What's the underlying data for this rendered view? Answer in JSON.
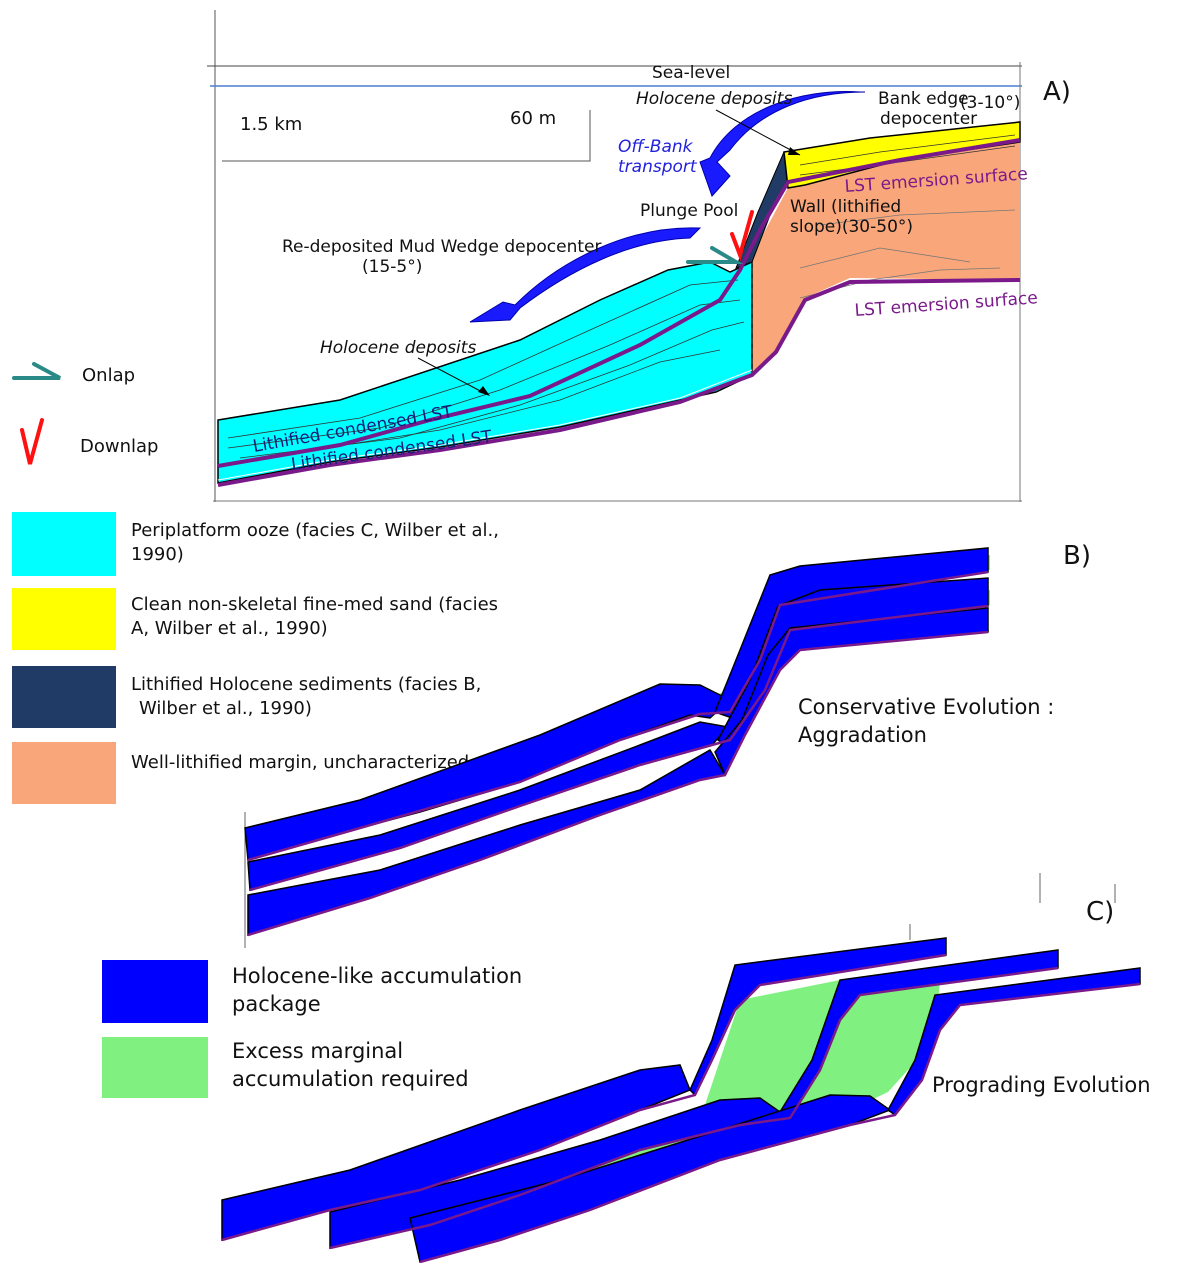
{
  "panels": {
    "a": "A)",
    "b": "B)",
    "c": "C)"
  },
  "panel_a": {
    "sea_level": "Sea-level",
    "scale_horizontal": "1.5 km",
    "scale_vertical": "60 m",
    "holocene_deposits_top": "Holocene deposits",
    "holocene_deposits_slope": "Holocene deposits",
    "bank_edge_1": "Bank edge",
    "bank_edge_angle": "(3-10°)",
    "bank_edge_2": "depocenter",
    "off_bank_1": "Off-Bank",
    "off_bank_2": "transport",
    "lst_upper": "LST emersion surface",
    "lst_lower": "LST emersion surface",
    "wall_1": "Wall (lithified",
    "wall_2": "slope)(30-50°)",
    "plunge_pool": "Plunge Pool",
    "mud_wedge_1": "Re-deposited Mud Wedge depocenter",
    "mud_wedge_2": "(15-5°)",
    "lithified_lst_1": "Lithified condensed LST",
    "lithified_lst_2": "Lithified condensed LST"
  },
  "symbols": {
    "onlap": "Onlap",
    "downlap": "Downlap"
  },
  "facies_legend": [
    {
      "color": "#00ffff",
      "line1": "Periplatform ooze (facies C, Wilber et al.,",
      "line2": "1990)"
    },
    {
      "color": "#ffff00",
      "line1": "Clean non-skeletal fine-med sand (facies",
      "line2": "A, Wilber et al., 1990)"
    },
    {
      "color": "#1f3b66",
      "line1": " Lithified Holocene sediments (facies B,",
      "line2": "Wilber et al., 1990)"
    },
    {
      "color": "#f9a67a",
      "line1": "Well-lithified margin, uncharacterized",
      "line2": ""
    }
  ],
  "panel_b": {
    "caption_1": "Conservative Evolution :",
    "caption_2": "Aggradation"
  },
  "panel_c": {
    "caption": "Prograding Evolution"
  },
  "package_legend": [
    {
      "color": "#0000ff",
      "line1": "Holocene-like accumulation",
      "line2": "package"
    },
    {
      "color": "#80f080",
      "line1": "Excess marginal",
      "line2": "accumulation required"
    }
  ],
  "colors": {
    "cyan": "#00ffff",
    "yellow": "#ffff00",
    "navy": "#1f3b66",
    "salmon": "#f9a67a",
    "blue": "#0000ff",
    "green": "#80f080",
    "purple": "#7a1a8a",
    "sea_line": "#4a7fd4",
    "onlap_color": "#2a8a88",
    "downlap_color": "#ff1111"
  }
}
